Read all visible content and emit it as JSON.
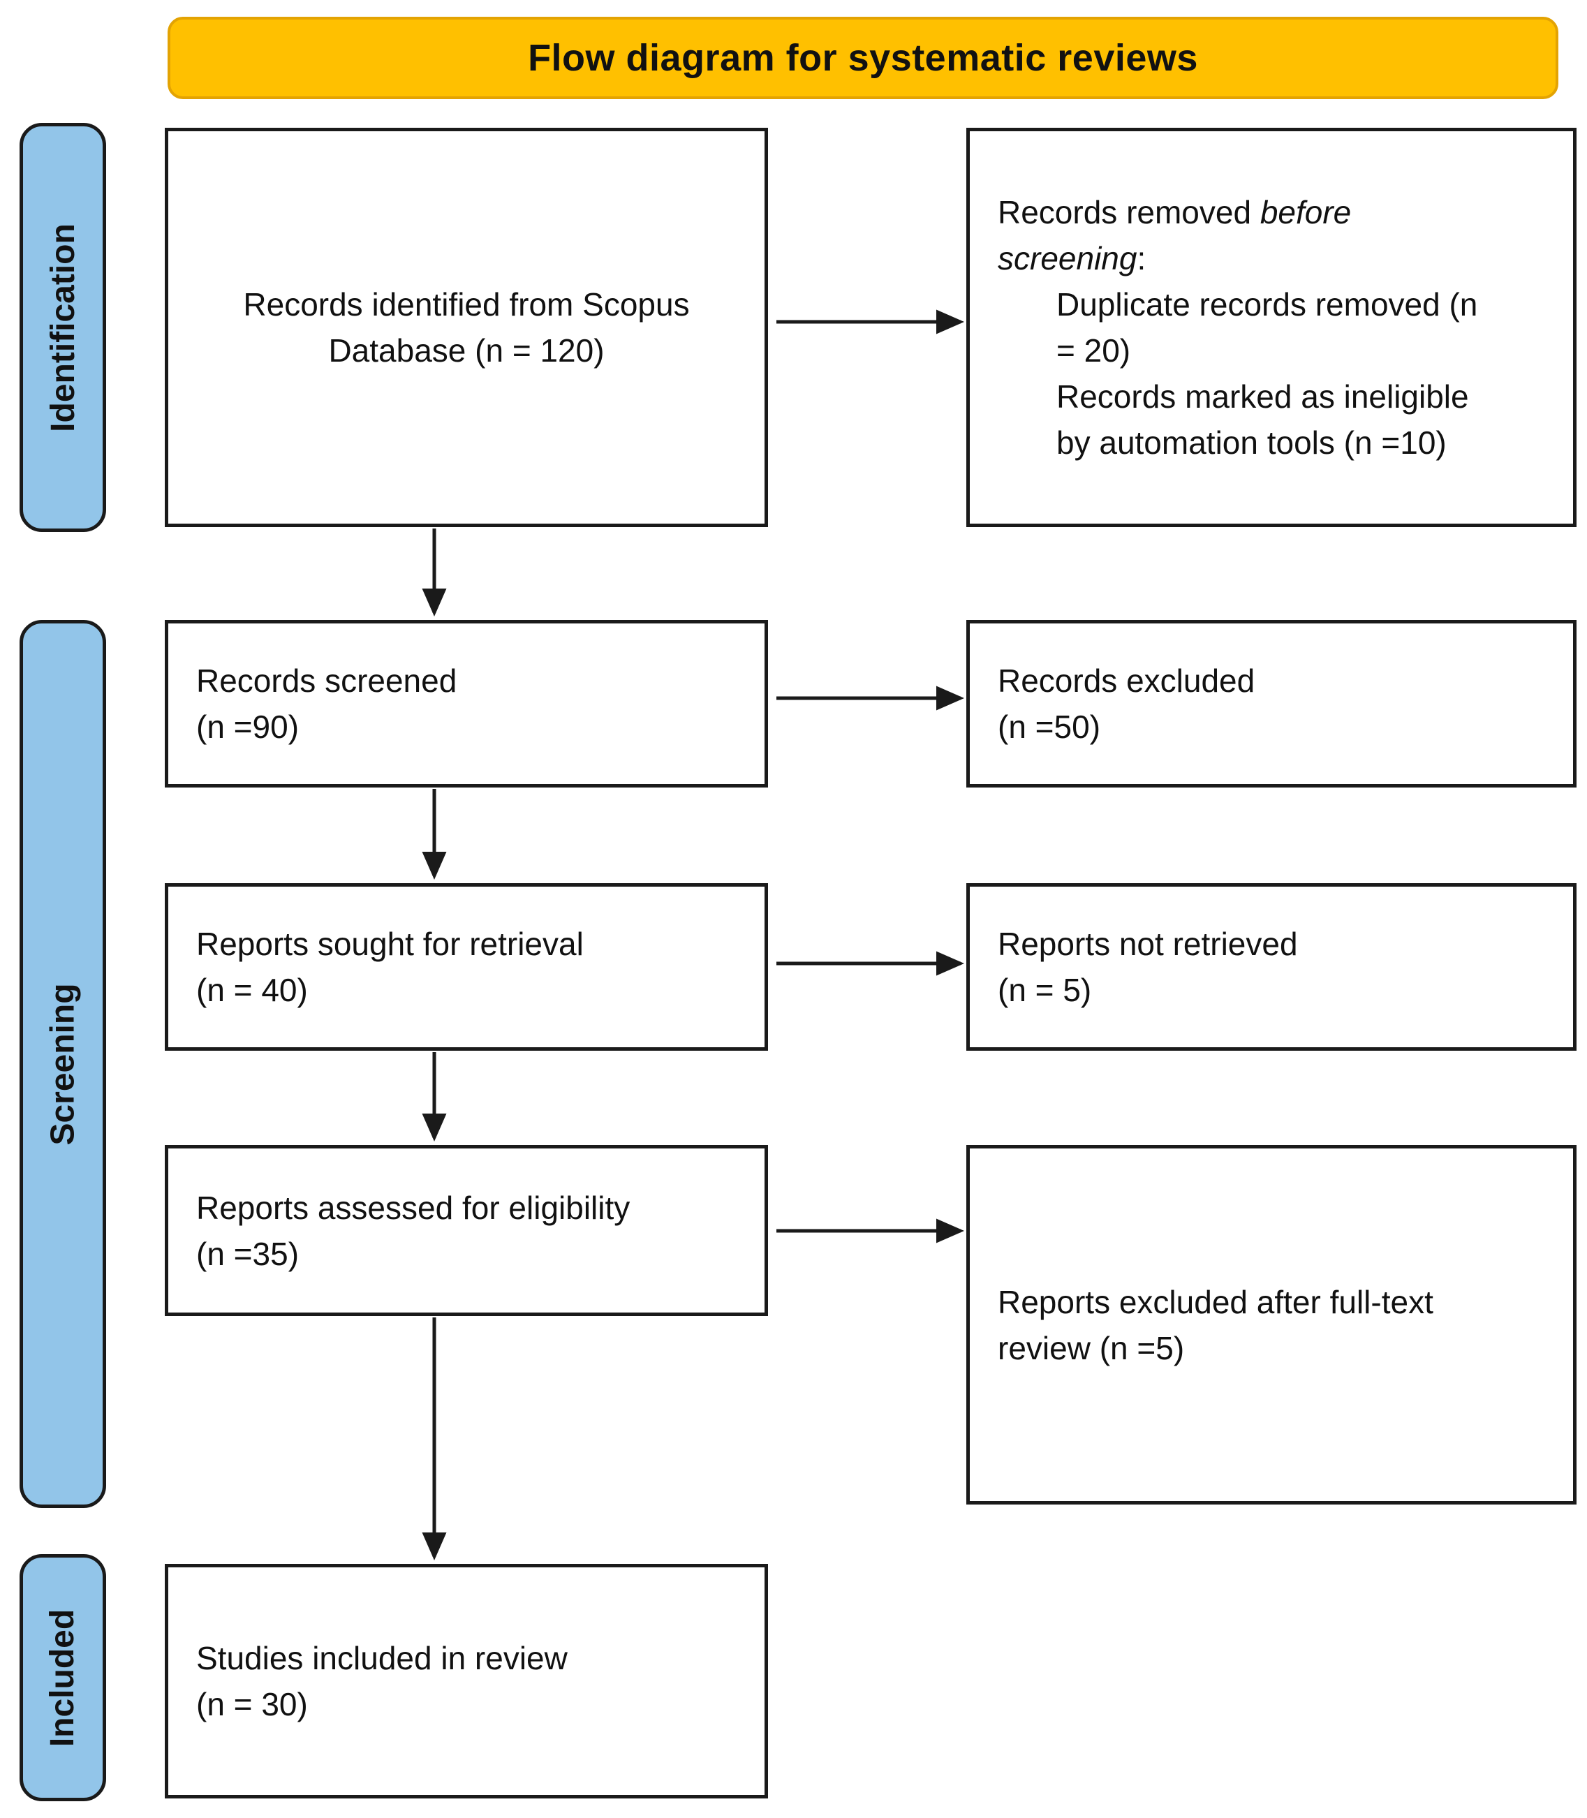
{
  "header": {
    "title": "Flow diagram for systematic reviews"
  },
  "sidebar": {
    "identification": "Identification",
    "screening": "Screening",
    "included": "Included"
  },
  "boxes": {
    "identified": {
      "lines": [
        "Records identified from Scopus",
        "Database (n = 120)"
      ]
    },
    "removed": {
      "intro": {
        "l1_normal": "Records removed ",
        "l1_italic": "before",
        "l2_italic": "screening",
        "l2_normal": ":"
      },
      "items": [
        [
          "Duplicate records removed (n",
          "= 20)"
        ],
        [
          "Records marked as ineligible",
          "by automation tools (n =10)"
        ]
      ]
    },
    "screened": {
      "lines": [
        "Records screened",
        "(n =90)"
      ]
    },
    "excluded": {
      "lines": [
        "Records excluded",
        "(n =50)"
      ]
    },
    "sought": {
      "lines": [
        "Reports sought for retrieval",
        "(n = 40)"
      ]
    },
    "not_retrieved": {
      "lines": [
        "Reports not retrieved",
        "(n = 5)"
      ]
    },
    "assessed": {
      "lines": [
        "Reports assessed for eligibility",
        "(n =35)"
      ]
    },
    "fulltext_excluded": {
      "lines": [
        "Reports excluded after full-text",
        "review (n =5)"
      ]
    },
    "included_studies": {
      "lines": [
        "Studies included in review",
        "(n = 30)"
      ]
    }
  },
  "colors": {
    "header_fill": "#FFC000",
    "header_border": "#E3A303",
    "sidebar_fill": "#92C5E9",
    "line_color": "#1a1a1a"
  }
}
